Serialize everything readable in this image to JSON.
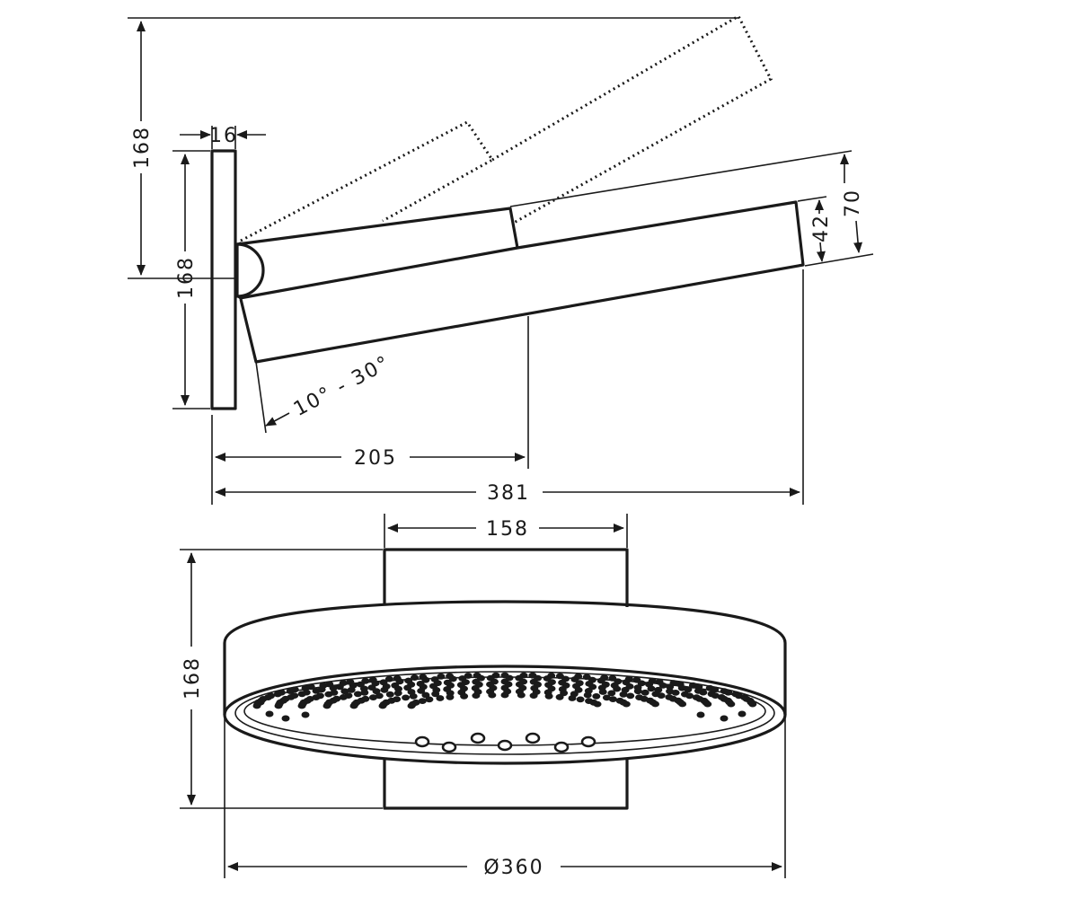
{
  "side_view": {
    "dim_overall_height": "168",
    "dim_plate_thickness": "16",
    "dim_plate_height": "168",
    "dim_head_height": "70",
    "dim_head_thickness": "42",
    "angle_range": "10° - 30°",
    "dim_to_arm_joint": "205",
    "dim_total_projection": "381"
  },
  "front_view": {
    "dim_plate_width": "158",
    "dim_height": "168",
    "dim_diameter": "Ø360"
  }
}
